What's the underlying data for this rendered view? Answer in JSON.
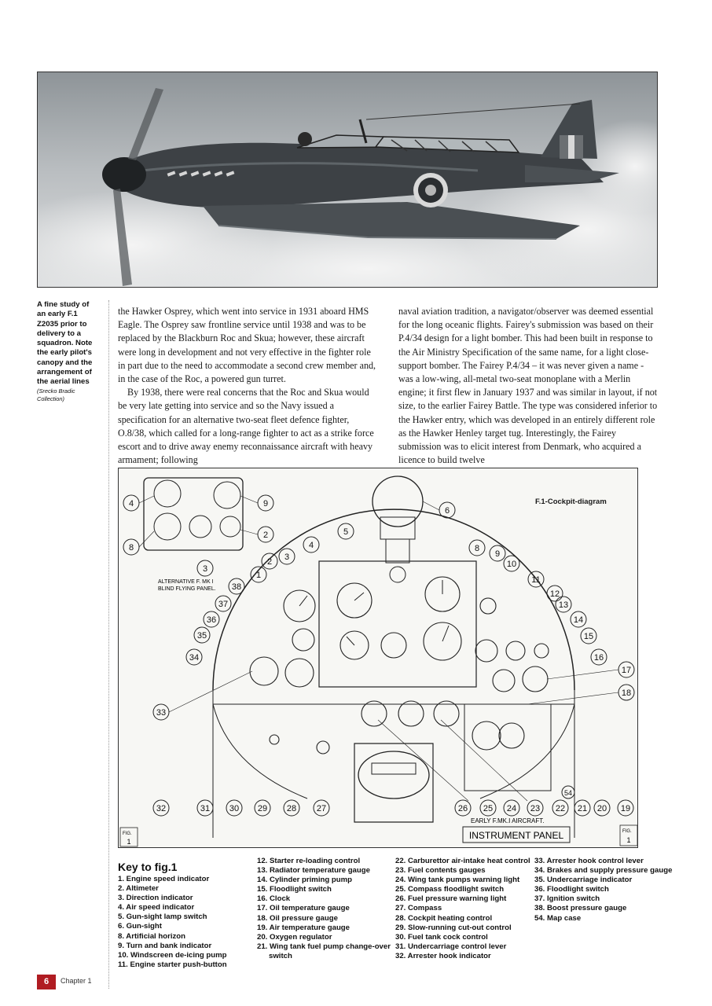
{
  "caption": {
    "text": "A fine study of an early F.1 Z2035 prior to delivery to a squadron. Note the early pilot's canopy and the arrangement of the aerial lines",
    "credit": "(Srecko Bradic Collection)"
  },
  "article": {
    "col1_p1": "the Hawker Osprey, which went into service in 1931 aboard HMS Eagle. The Osprey saw frontline service until 1938 and was to be replaced by the Blackburn Roc and Skua; however, these aircraft were long in development and not very effective in the fighter role in part due to the need to accommodate a second crew member and, in the case of the Roc, a powered gun turret.",
    "col1_p2": "By 1938, there were real concerns that the Roc and Skua would be very late getting into service and so the Navy issued a specification for an alternative two-seat fleet defence fighter, O.8/38, which called for a long-range fighter to act as a strike force escort and to drive away enemy reconnaissance aircraft with heavy armament; following",
    "col2_p1": "naval aviation tradition, a navigator/observer was deemed essential for the long oceanic flights. Fairey's submission was based on their P.4/34 design for a light bomber. This had been built in response to the Air Ministry Specification of the same name, for a light close-support bomber. The Fairey P.4/34 – it was never given a name - was a low-wing, all-metal two-seat monoplane with a Merlin engine; it first flew in January 1937 and was similar in layout, if not size, to the earlier Fairey Battle. The type was considered inferior to the Hawker entry, which was developed in an entirely different role as the Hawker Henley target tug. Interestingly, the Fairey submission was to elicit interest from Denmark, who acquired a licence to build twelve"
  },
  "diagram": {
    "label": "F.1-Cockpit-diagram",
    "panel_title": "INSTRUMENT PANEL",
    "aircraft_note": "EARLY F.MK.I AIRCRAFT.",
    "alt_panel_note_1": "ALTERNATIVE F. MK I",
    "alt_panel_note_2": "BLIND FLYING PANEL.",
    "fig_left": "FIG.",
    "fig_left_num": "1",
    "fig_right": "FIG.",
    "fig_right_num": "1",
    "callouts": [
      "4",
      "9",
      "8",
      "2",
      "3",
      "6",
      "5",
      "4",
      "2",
      "3",
      "1",
      "38",
      "37",
      "36",
      "35",
      "34",
      "33",
      "8",
      "9",
      "10",
      "11",
      "12",
      "13",
      "14",
      "15",
      "16",
      "17",
      "18",
      "54",
      "32",
      "31",
      "30",
      "29",
      "28",
      "27",
      "26",
      "25",
      "24",
      "23",
      "22",
      "21",
      "20",
      "19"
    ]
  },
  "key": {
    "title": "Key to fig.1",
    "col1": [
      "1. Engine speed indicator",
      "2. Altimeter",
      "3. Direction indicator",
      "4. Air speed indicator",
      "5. Gun-sight lamp switch",
      "6. Gun-sight",
      "8. Artificial horizon",
      "9. Turn and bank indicator",
      "10. Windscreen de-icing pump",
      "11. Engine starter push-button"
    ],
    "col2": [
      "12. Starter re-loading control",
      "13. Radiator temperature gauge",
      "14. Cylinder priming pump",
      "15. Floodlight switch",
      "16. Clock",
      "17. Oil temperature gauge",
      "18. Oil pressure gauge",
      "19. Air temperature gauge",
      "20. Oxygen regulator",
      "21. Wing tank fuel pump change-over switch"
    ],
    "col3": [
      "22. Carburettor air-intake heat control",
      "23. Fuel contents gauges",
      "24. Wing tank pumps warning light",
      "25. Compass floodlight switch",
      "26. Fuel pressure warning light",
      "27. Compass",
      "28. Cockpit heating control",
      "29. Slow-running cut-out control",
      "30. Fuel tank cock control",
      "31. Undercarriage control lever",
      "32. Arrester hook indicator"
    ],
    "col4": [
      "33. Arrester hook control lever",
      "34. Brakes and supply pressure gauge",
      "35. Undercarriage indicator",
      "36. Floodlight switch",
      "37. Ignition switch",
      "38. Boost pressure gauge",
      "54. Map case"
    ]
  },
  "footer": {
    "page": "6",
    "chapter": "Chapter 1"
  },
  "colors": {
    "accent": "#b01c22"
  }
}
